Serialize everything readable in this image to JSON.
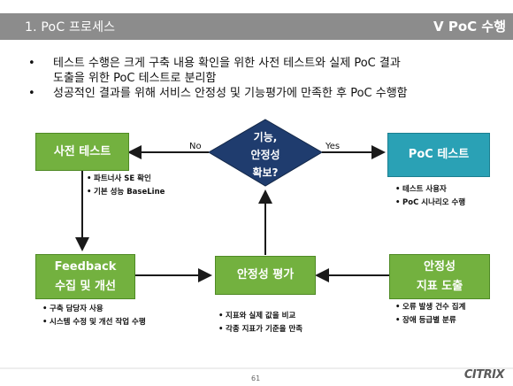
{
  "header": {
    "title": "1. PoC 프로세스",
    "chapter": "V  PoC 수행"
  },
  "bullets": [
    {
      "line1": "테스트 수행은 크게 구축 내용 확인을 위한 사전 테스트와 실제 PoC 결과",
      "line2": "도출을 위한 PoC 테스트로 분리함"
    },
    {
      "line1": "성공적인 결과를 위해 서비스 안정성 및 기능평가에 만족한 후 PoC 수행함",
      "line2": ""
    }
  ],
  "flow": {
    "pre_test": "사전 테스트",
    "decision_line1": "기능,",
    "decision_line2": "안정성",
    "decision_line3": "확보?",
    "poc_test": "PoC 테스트",
    "feedback_line1": "Feedback",
    "feedback_line2": "수집 및 개선",
    "stability_eval": "안정성 평가",
    "metric_line1": "안정성",
    "metric_line2": "지표 도출",
    "edge_no": "No",
    "edge_yes": "Yes"
  },
  "notes": {
    "pre_test": [
      "파트너사 SE 확인",
      "기본 성능 BaseLine"
    ],
    "poc_test": [
      "테스트 사용자",
      "PoC 시나리오 수행"
    ],
    "feedback": [
      "구축 담당자 사용",
      "시스템 수정 및 개선 작업 수행"
    ],
    "stability_eval": [
      "지표와 실제 값을 비교",
      "각종 지표가 기준을 만족"
    ],
    "metric": [
      "오류 발생 건수 집계",
      "장애 등급별 분류"
    ]
  },
  "footer": {
    "page_number": "61",
    "brand": "CITRIX"
  },
  "colors": {
    "green_box": "#73b13f",
    "teal_box": "#2aa1b5",
    "arrow": "#1a1a1a",
    "header_bar": "#8c8c8c"
  }
}
